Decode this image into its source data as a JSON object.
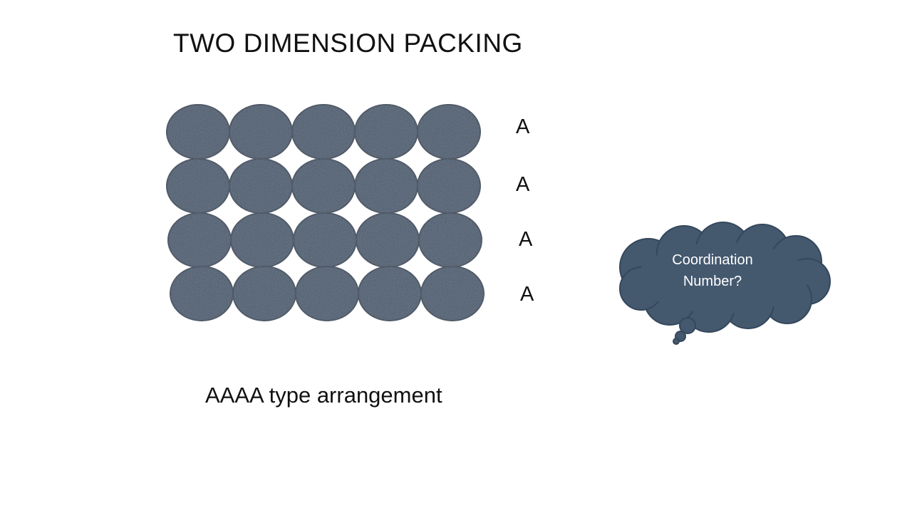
{
  "title": "TWO DIMENSION PACKING",
  "packing": {
    "rows": 4,
    "columns": 5,
    "row_labels": [
      "A",
      "A",
      "A",
      "A"
    ],
    "sphere_color": "#44586e"
  },
  "caption": "AAAA type arrangement",
  "thought_bubble": {
    "line1": "Coordination",
    "line2": "Number?",
    "color": "#44586e"
  }
}
